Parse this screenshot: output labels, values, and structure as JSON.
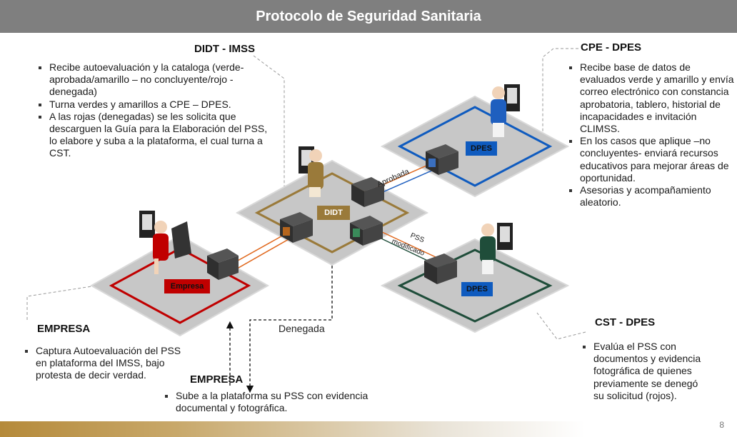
{
  "title": "Protocolo de Seguridad Sanitaria",
  "page_number": "8",
  "colors": {
    "title_bar": "#7f7f7f",
    "empresa": "#c00000",
    "didt": "#9a7a3a",
    "dpes_blue": "#0f5bbf",
    "dpes_green": "#1f4d3a",
    "line_orange": "#e0661a",
    "line_blue": "#1f5fbf",
    "line_green": "#1f4d3a"
  },
  "sections": {
    "didt_imss": {
      "heading": "DIDT - IMSS",
      "bullets": [
        "Recibe autoevaluación y la cataloga (verde- aprobada/amarillo – no concluyente/rojo -denegada)",
        "Turna verdes y amarillos a CPE – DPES.",
        "A las rojas (denegadas) se les solicita que descarguen la Guía para la Elaboración del PSS, lo elabore y suba a la plataforma, el cual turna a CST."
      ]
    },
    "cpe_dpes": {
      "heading": "CPE -  DPES",
      "bullets": [
        "Recibe base de datos de evaluados verde y amarillo y envía correo electrónico con constancia aprobatoria, tablero, historial de incapacidades e invitación CLIMSS.",
        "En los casos que aplique –no concluyentes- enviará recursos educativos para mejorar áreas de oportunidad.",
        "Asesorias y acompañamiento aleatorio."
      ]
    },
    "empresa": {
      "heading": "EMPRESA",
      "bullets": [
        "Captura Autoevaluación del PSS en plataforma del IMSS, bajo protesta de decir verdad."
      ]
    },
    "empresa_2": {
      "heading": "EMPRESA",
      "bullets": [
        "Sube a la plataforma su PSS con evidencia documental y fotográfica."
      ]
    },
    "cst_dpes": {
      "heading": "CST - DPES",
      "bullets": [
        "Evalúa el PSS con documentos y evidencia fotográfica de quienes previamente se denegó su solicitud (rojos)."
      ]
    }
  },
  "diagram": {
    "nodes": {
      "empresa": "Empresa",
      "didt": "DIDT",
      "dpes_top": "DPES",
      "dpes_bottom": "DPES"
    },
    "edge_labels": {
      "aprobada": "Aprobada",
      "pss_modificado_1": "PSS",
      "pss_modificado_2": "modificado",
      "denegada": "Denegada"
    }
  }
}
